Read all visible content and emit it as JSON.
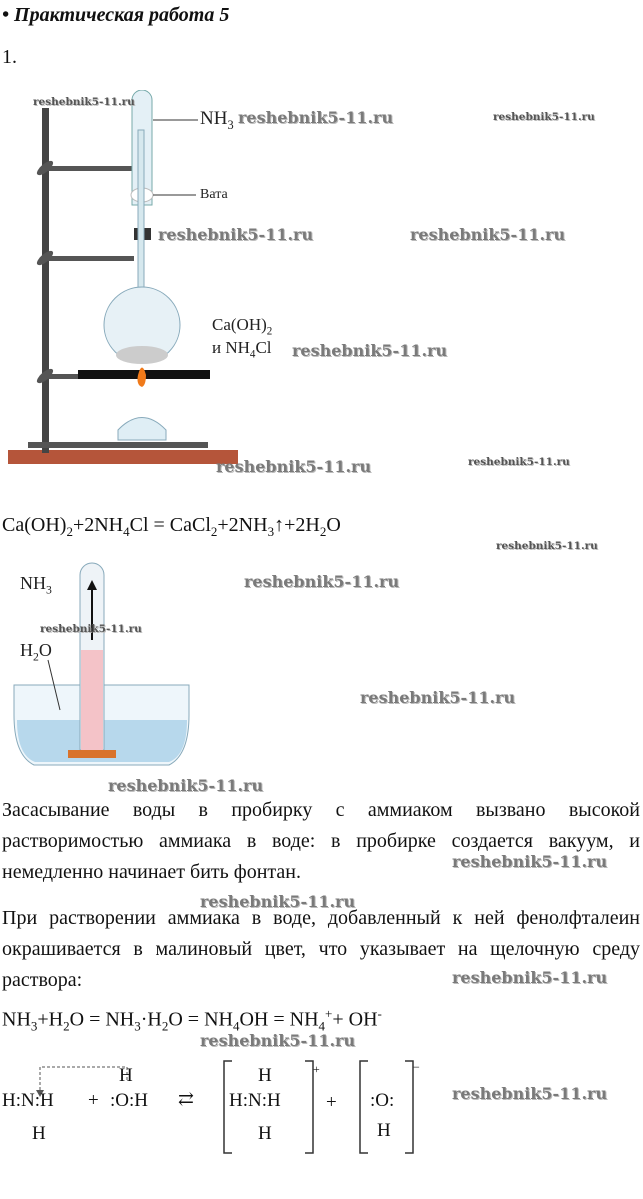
{
  "heading": {
    "bullet": "•",
    "title": "Практическая работа 5"
  },
  "task_number": "1.",
  "figure1": {
    "labels": {
      "nh3": "NH",
      "nh3_sub": "3",
      "cotton": "Вата",
      "reagent1": "Ca(OH)",
      "reagent1_sub": "2",
      "reagent2_prefix": "и NH",
      "reagent2_sub": "4",
      "reagent2_suffix": "Cl"
    }
  },
  "equation1": {
    "parts": [
      "Ca(OH)",
      "2",
      "+2NH",
      "4",
      "Cl = CaCl",
      "2",
      "+2NH",
      "3",
      "↑+2H",
      "2",
      "O"
    ]
  },
  "figure2": {
    "labels": {
      "nh3": "NH",
      "nh3_sub": "3",
      "h2o_a": "H",
      "h2o_sub": "2",
      "h2o_b": "O"
    }
  },
  "paragraph1": "Засасывание воды в пробирку с аммиаком вызвано высокой растворимостью аммиака в воде: в пробирке создается вакуум, и немедленно начинает бить фонтан.",
  "paragraph2": "При растворении аммиака в воде, добавленный к ней фенолфталеин окрашивается в малиновый цвет, что указывает на щелочную среду раствора:",
  "equation2": {
    "parts": [
      "NH",
      "3",
      "+H",
      "2",
      "O  = NH",
      "3",
      "·H",
      "2",
      "O  = NH",
      "4",
      "OH = NH",
      "4",
      "+",
      "+ OH",
      "-"
    ]
  },
  "lewis": {
    "h": "H",
    "n": "N",
    "o": "O",
    "plus": "+",
    "equilibrium": "⇄",
    "charge_pos": "+",
    "charge_neg": "−"
  },
  "watermark": "reshebnik5-11.ru"
}
